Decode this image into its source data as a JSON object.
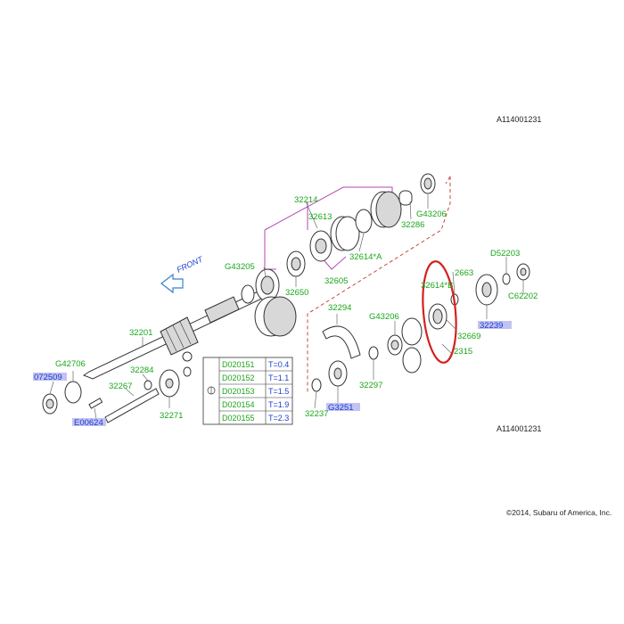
{
  "diagram": {
    "ref_code_top": "A114001231",
    "ref_code_bottom": "A114001231",
    "copyright": "©2014, Subaru of America, Inc.",
    "front_label": "FRONT",
    "labels": {
      "p32214": "32214",
      "p32613": "32613",
      "g43206_top": "G43206",
      "p32286": "32286",
      "g43205": "G43205",
      "p32650": "32650",
      "p32614a": "32614*A",
      "p32605": "32605",
      "p32201": "32201",
      "g42706": "G42706",
      "p32284": "32284",
      "p32267": "32267",
      "p32271": "32271",
      "p072509": "072509",
      "e00624": "E00624",
      "p32294": "32294",
      "g43206_mid": "G43206",
      "p32297": "32297",
      "p32237": "32237",
      "g3251": "G3251",
      "p32614b": "32614*B",
      "p2663": "2663",
      "p32669": "32669",
      "p2315": "2315",
      "d52203": "D52203",
      "c62202": "C62202",
      "p32239": "32239"
    },
    "table": {
      "rows": [
        {
          "part": "D020151",
          "t": "T=0.4"
        },
        {
          "part": "D020152",
          "t": "T=1.1"
        },
        {
          "part": "D020153",
          "t": "T=1.5"
        },
        {
          "part": "D020154",
          "t": "T=1.9"
        },
        {
          "part": "D020155",
          "t": "T=2.3"
        }
      ]
    },
    "colors": {
      "label_green": "#1aa61a",
      "label_blue": "#1a3fd0",
      "highlight": "#b8b8f0",
      "circle_red": "#d42020",
      "bracket_magenta": "#b04ab0",
      "dashed_red": "#c0392b"
    }
  }
}
